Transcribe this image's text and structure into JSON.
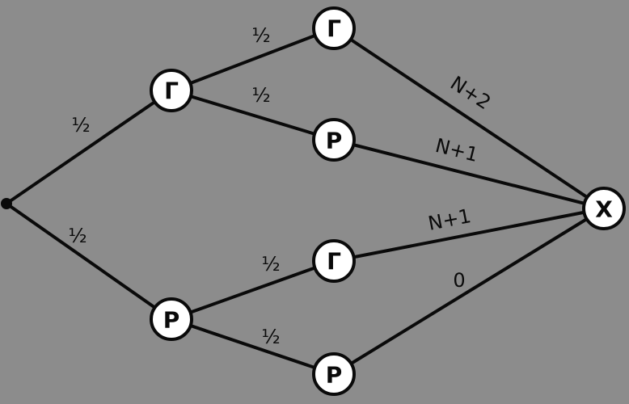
{
  "diagram": {
    "nodes": {
      "g1": "Γ",
      "p1": "P",
      "gg": "Γ",
      "gp": "P",
      "pg": "Γ",
      "pp": "P",
      "x": "X"
    },
    "edge_labels": {
      "root_g1": "½",
      "root_p1": "½",
      "g1_gg": "½",
      "g1_gp": "½",
      "p1_pg": "½",
      "p1_pp": "½",
      "gg_x": "N+2",
      "gp_x": "N+1",
      "pg_x": "N+1",
      "pp_x": "0"
    }
  }
}
